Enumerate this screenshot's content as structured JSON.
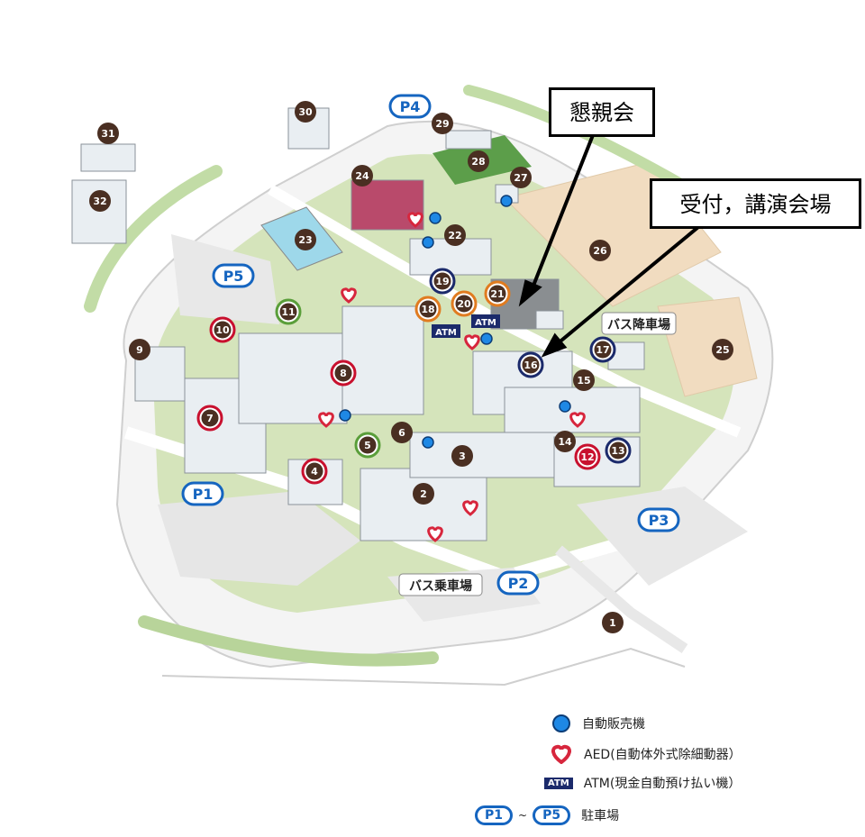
{
  "callouts": {
    "konshinkai": "懇親会",
    "uketsuke": "受付，講演会場"
  },
  "buildings": [
    {
      "n": "1",
      "c": "#4a2f22"
    },
    {
      "n": "2",
      "c": "#4a2f22"
    },
    {
      "n": "3",
      "c": "#4a2f22"
    },
    {
      "n": "4",
      "c": "#4a2f22",
      "r": "#c8102e"
    },
    {
      "n": "5",
      "c": "#4a2f22",
      "r": "#5a9e3a"
    },
    {
      "n": "6",
      "c": "#4a2f22"
    },
    {
      "n": "7",
      "c": "#4a2f22",
      "r": "#c8102e"
    },
    {
      "n": "8",
      "c": "#4a2f22",
      "r": "#c8102e"
    },
    {
      "n": "9",
      "c": "#4a2f22"
    },
    {
      "n": "10",
      "c": "#4a2f22",
      "r": "#c8102e"
    },
    {
      "n": "11",
      "c": "#4a2f22",
      "r": "#5a9e3a"
    },
    {
      "n": "12",
      "c": "#c8102e",
      "r": "#c8102e"
    },
    {
      "n": "13",
      "c": "#4a2f22",
      "r": "#1b2a6b"
    },
    {
      "n": "14",
      "c": "#4a2f22"
    },
    {
      "n": "15",
      "c": "#4a2f22"
    },
    {
      "n": "16",
      "c": "#4a2f22",
      "r": "#1b2a6b"
    },
    {
      "n": "17",
      "c": "#4a2f22",
      "r": "#1b2a6b"
    },
    {
      "n": "18",
      "c": "#4a2f22",
      "r": "#e07b20"
    },
    {
      "n": "19",
      "c": "#4a2f22",
      "r": "#1b2a6b"
    },
    {
      "n": "20",
      "c": "#4a2f22",
      "r": "#e07b20"
    },
    {
      "n": "21",
      "c": "#4a2f22",
      "r": "#e07b20"
    },
    {
      "n": "22",
      "c": "#4a2f22"
    },
    {
      "n": "23",
      "c": "#4a2f22"
    },
    {
      "n": "24",
      "c": "#4a2f22"
    },
    {
      "n": "25",
      "c": "#4a2f22"
    },
    {
      "n": "26",
      "c": "#4a2f22"
    },
    {
      "n": "27",
      "c": "#4a2f22"
    },
    {
      "n": "28",
      "c": "#4a2f22"
    },
    {
      "n": "29",
      "c": "#4a2f22"
    },
    {
      "n": "30",
      "c": "#4a2f22"
    },
    {
      "n": "31",
      "c": "#4a2f22"
    },
    {
      "n": "32",
      "c": "#4a2f22"
    }
  ],
  "parking": [
    "P1",
    "P2",
    "P3",
    "P4",
    "P5"
  ],
  "labels": {
    "bus_drop": "バス降車場",
    "bus_board": "バス乗車場",
    "atm": "ATM"
  },
  "legend": {
    "vending": "自動販売機",
    "aed": "AED(自動体外式除細動器）",
    "atm_badge": "ATM",
    "atm": "ATM(現金自動預け払い機）",
    "parking_from": "P1",
    "parking_tilde": "~",
    "parking_to": "P5",
    "parking": "駐車場"
  },
  "colors": {
    "green_area": "#cfe0b0",
    "road": "#ffffff",
    "field": "#f1dcc0",
    "parking_blue": "#1565c0",
    "vending_blue": "#1e88e5",
    "aed_red": "#d7263d",
    "atm_navy": "#1b2a6b"
  }
}
